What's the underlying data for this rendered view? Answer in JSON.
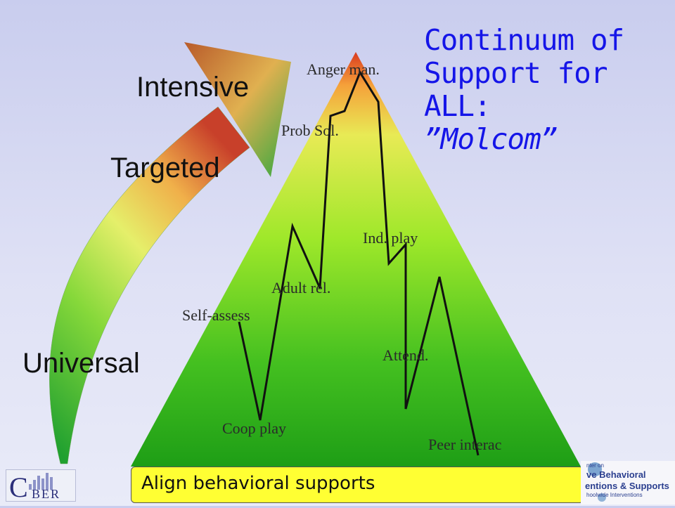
{
  "title": {
    "lines": [
      "Continuum of",
      "Support for",
      "ALL:"
    ],
    "subtitle": "”Molcom”"
  },
  "tiers": {
    "intensive": "Intensive",
    "targeted": "Targeted",
    "universal": "Universal"
  },
  "skills": {
    "anger": "Anger man.",
    "prob": "Prob Sol.",
    "indplay": "Ind. play",
    "adult": "Adult rel.",
    "self": "Self-assess",
    "attend": "Attend.",
    "coop": "Coop play",
    "peer": "Peer interac"
  },
  "footer": {
    "label": "Align behavioral supports"
  },
  "logos": {
    "left_text": "CBER",
    "right_lines": [
      "nter on",
      "ve Behavioral",
      "entions & Supports",
      "hoolwide Interventions"
    ]
  },
  "colors": {
    "title": "#1515e8",
    "pyramid_top": "#d93a1f",
    "pyramid_mid": "#9fe82a",
    "pyramid_bottom": "#1e9e16",
    "footer_fill": "#ffff33"
  }
}
